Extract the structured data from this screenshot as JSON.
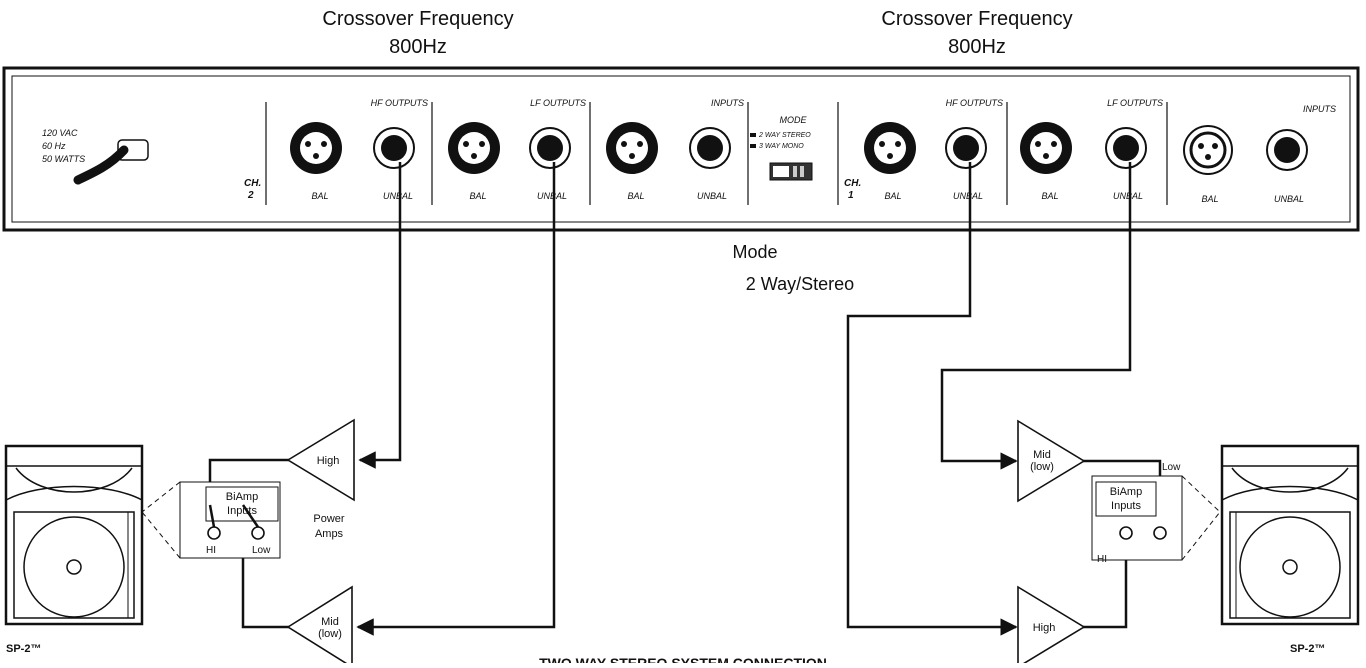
{
  "header": {
    "left_freq_title": "Crossover Frequency",
    "left_freq_value": "800Hz",
    "right_freq_title": "Crossover Frequency",
    "right_freq_value": "800Hz"
  },
  "panel": {
    "power_lines": [
      "120 VAC",
      "60 Hz",
      "50 WATTS"
    ],
    "ch2_label": "CH.",
    "ch2_num": "2",
    "ch1_label": "CH.",
    "ch1_num": "1",
    "hf_outputs": "HF OUTPUTS",
    "lf_outputs": "LF OUTPUTS",
    "inputs": "INPUTS",
    "bal": "BAL",
    "unbal": "UNBAL",
    "mode_title": "MODE",
    "mode_opt_1": "2 WAY STEREO",
    "mode_opt_2": "3 WAY MONO"
  },
  "mode_caption": {
    "line1": "Mode",
    "line2": "2 Way/Stereo"
  },
  "left_system": {
    "amp_high": "High",
    "amp_mid_1": "Mid",
    "amp_mid_2": "(low)",
    "biamp_1": "BiAmp",
    "biamp_2": "Inputs",
    "hi": "HI",
    "low": "Low",
    "power_1": "Power",
    "power_2": "Amps",
    "speaker": "SP-2™"
  },
  "right_system": {
    "amp_mid_1": "Mid",
    "amp_mid_2": "(low)",
    "amp_high": "High",
    "biamp_1": "BiAmp",
    "biamp_2": "Inputs",
    "hi": "HI",
    "low": "Low",
    "speaker": "SP-2™"
  },
  "footer": {
    "caption": "TWO WAY STEREO SYSTEM CONNECTION"
  }
}
